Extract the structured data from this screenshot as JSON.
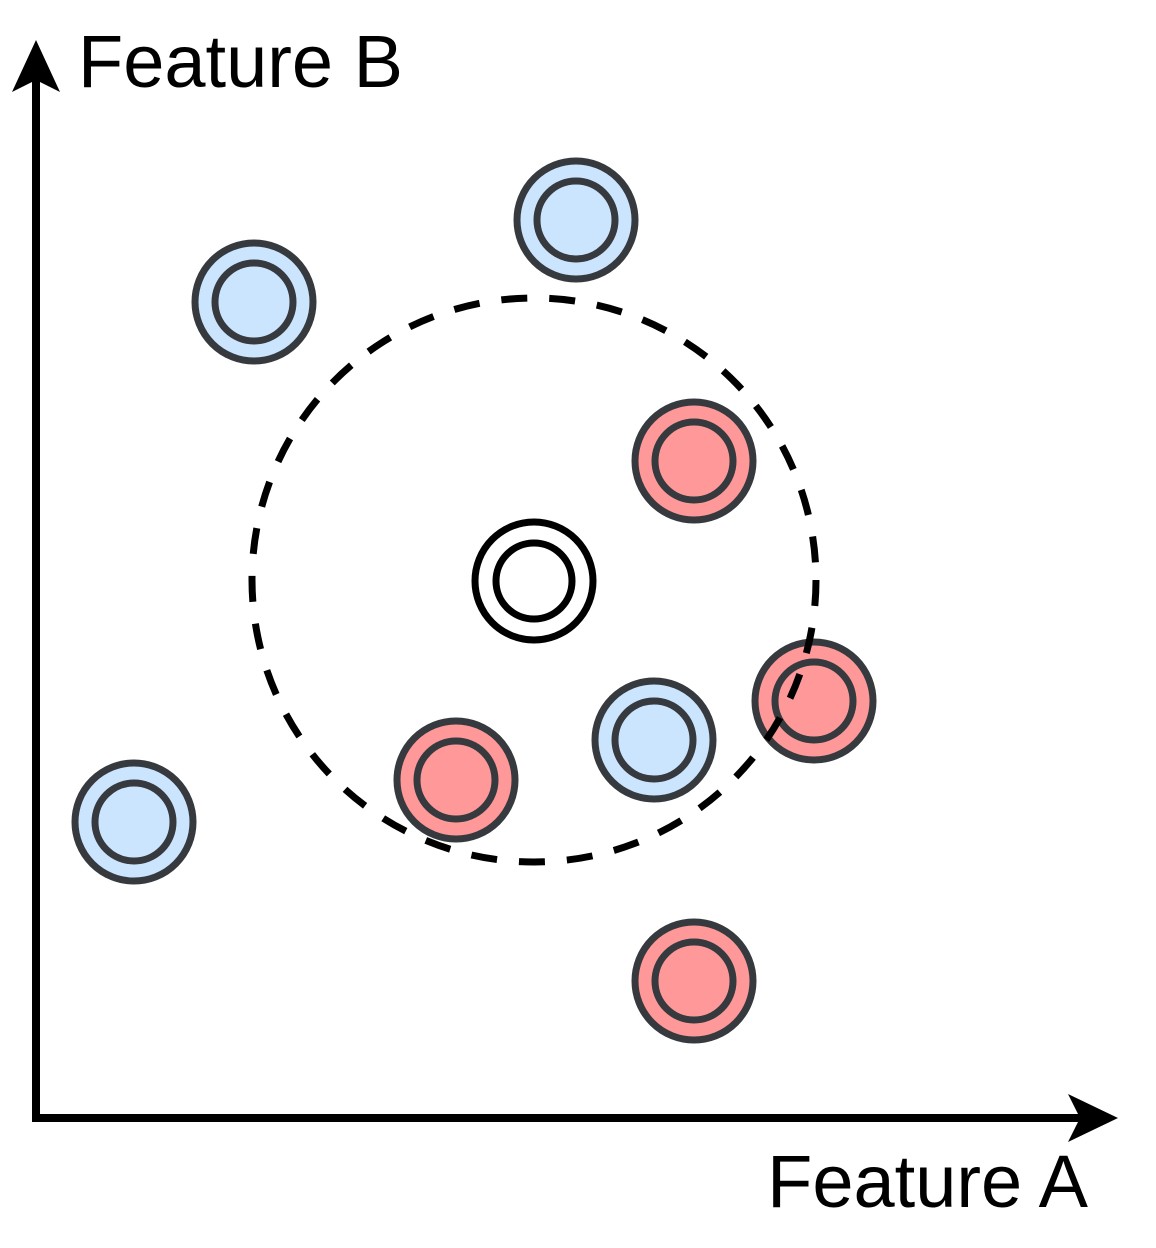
{
  "axes": {
    "x_label": "Feature A",
    "y_label": "Feature B"
  },
  "colors": {
    "class_blue_fill": "#cce5ff",
    "class_red_fill": "#ff9999",
    "point_stroke": "#36393d",
    "query_stroke": "#000000",
    "axis": "#000000",
    "neighborhood": "#000000"
  },
  "points": [
    {
      "class": "blue"
    },
    {
      "class": "blue"
    },
    {
      "class": "blue"
    },
    {
      "class": "blue"
    },
    {
      "class": "red"
    },
    {
      "class": "red"
    },
    {
      "class": "red"
    },
    {
      "class": "red"
    }
  ],
  "query_point": {
    "class": "unlabeled"
  },
  "neighborhood": {
    "style": "dashed"
  }
}
